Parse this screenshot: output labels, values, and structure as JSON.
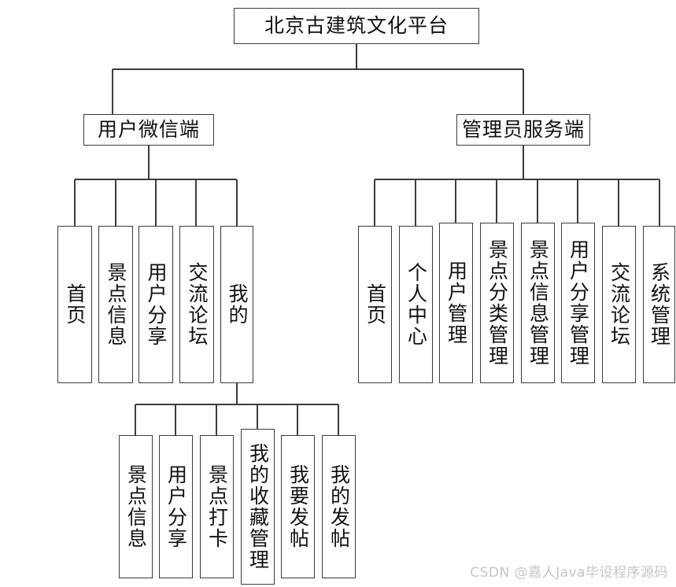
{
  "diagram": {
    "type": "tree",
    "title": "北京古建筑文化平台",
    "orientation": "top-down",
    "line_color": "#3c3c3c",
    "box_fill": "#ffffff",
    "text_color": "#111111"
  },
  "root": {
    "label": "北京古建筑文化平台"
  },
  "branches": [
    {
      "label": "用户微信端",
      "children": [
        {
          "label": "首页"
        },
        {
          "label": "景点信息"
        },
        {
          "label": "用户分享"
        },
        {
          "label": "交流论坛"
        },
        {
          "label": "我的",
          "children": [
            {
              "label": "景点信息"
            },
            {
              "label": "用户分享"
            },
            {
              "label": "景点打卡"
            },
            {
              "label": "我的收藏管理"
            },
            {
              "label": "我要发帖"
            },
            {
              "label": "我的发帖"
            }
          ]
        }
      ]
    },
    {
      "label": "管理员服务端",
      "children": [
        {
          "label": "首页"
        },
        {
          "label": "个人中心"
        },
        {
          "label": "用户管理"
        },
        {
          "label": "景点分类管理"
        },
        {
          "label": "景点信息管理"
        },
        {
          "label": "用户分享管理"
        },
        {
          "label": "交流论坛"
        },
        {
          "label": "系统管理"
        }
      ]
    }
  ],
  "watermark": {
    "text": "CSDN @嘉人Java毕设程序源码",
    "color": "#c6c6c6"
  }
}
